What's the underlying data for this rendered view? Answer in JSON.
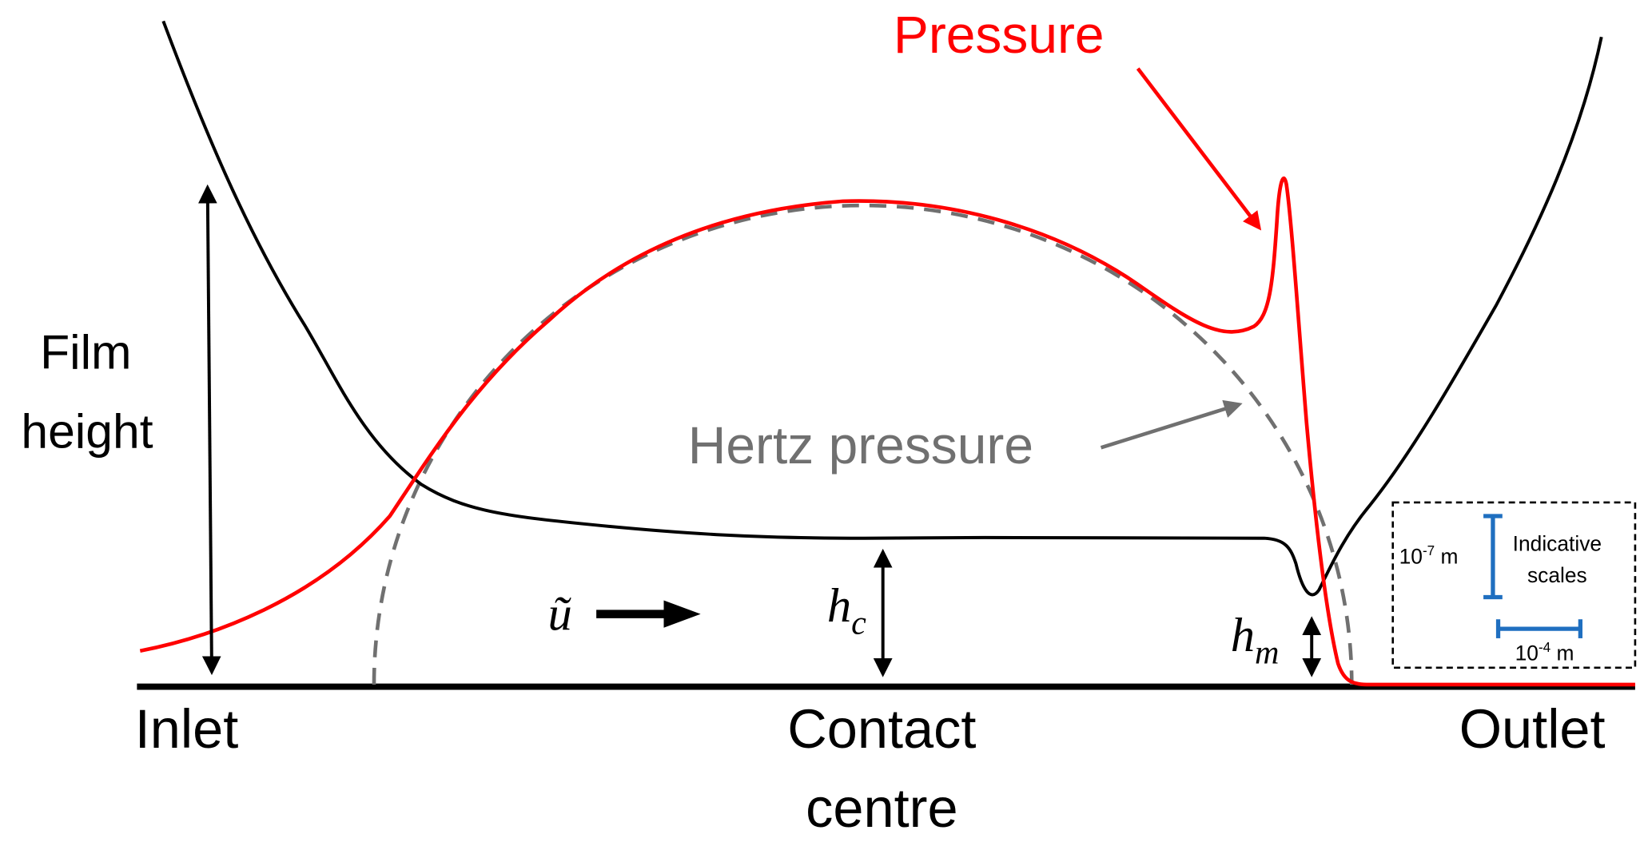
{
  "labels": {
    "pressure": "Pressure",
    "hertz_pressure": "Hertz pressure",
    "film_height_line1": "Film",
    "film_height_line2": "height",
    "inlet": "Inlet",
    "contact_centre_line1": "Contact",
    "contact_centre_line2": "centre",
    "outlet": "Outlet",
    "velocity": "ũ",
    "h_c_base": "h",
    "h_c_sub": "c",
    "h_m_base": "h",
    "h_m_sub": "m"
  },
  "inset": {
    "vertical_scale_base": "10",
    "vertical_scale_exp": "-7",
    "vertical_scale_unit": " m",
    "title_line1": "Indicative",
    "title_line2": "scales",
    "horizontal_scale_base": "10",
    "horizontal_scale_exp": "-4",
    "horizontal_scale_unit": " m"
  },
  "colors": {
    "pressure": "#ff0000",
    "hertz": "#707070",
    "film": "#000000",
    "scale": "#1f6fc0"
  }
}
